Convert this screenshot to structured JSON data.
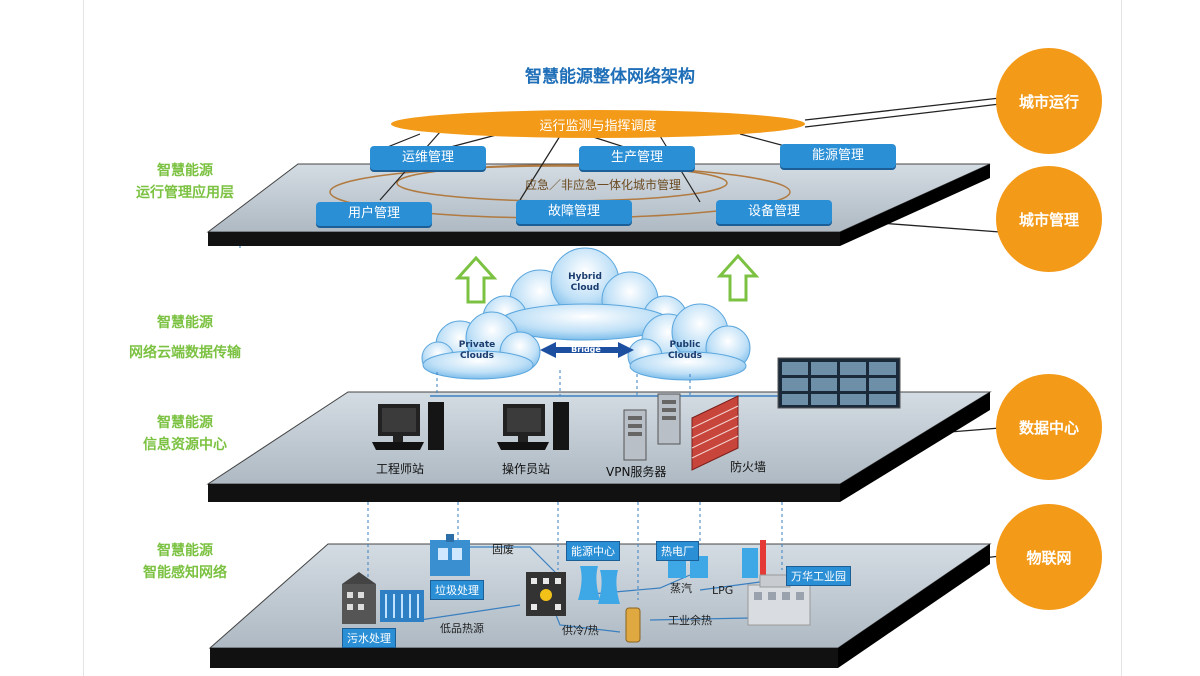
{
  "title": "智慧能源整体网络架构",
  "layers": {
    "app": [
      "智慧能源",
      "运行管理应用层"
    ],
    "transport": [
      "智慧能源",
      "网络云端数据传输"
    ],
    "info": [
      "智慧能源",
      "信息资源中心"
    ],
    "sensing": [
      "智慧能源",
      "智能感知网络"
    ]
  },
  "circles": {
    "city_ops": "城市运行",
    "city_mgmt": "城市管理",
    "data_center": "数据中心",
    "iot": "物联网"
  },
  "app_layer": {
    "ellipse_label": "运行监测与指挥调度",
    "inner_ring_label": "应急／非应急一体化城市管理",
    "buttons": {
      "ops_maint": "运维管理",
      "production": "生产管理",
      "energy": "能源管理",
      "user": "用户管理",
      "fault": "故障管理",
      "device": "设备管理"
    }
  },
  "clouds": {
    "hybrid": [
      "Hybrid",
      "Cloud"
    ],
    "private": [
      "Private",
      "Clouds"
    ],
    "public": [
      "Public",
      "Clouds"
    ],
    "bridge": "Bridge"
  },
  "info_layer": {
    "engineer": "工程师站",
    "operator": "操作员站",
    "vpn": "VPN服务器",
    "firewall": "防火墙"
  },
  "sensing_layer": {
    "solid_waste": "固废",
    "waste_treatment": "垃圾处理",
    "energy_center": "能源中心",
    "thermal_plant": "热电厂",
    "industrial_park": "万华工业园",
    "steam": "蒸汽",
    "lpg": "LPG",
    "industrial_heat": "工业余热",
    "sewage": "污水处理",
    "low_grade_heat": "低品热源",
    "cooling_heating": "供冷/热"
  },
  "colors": {
    "accent_orange": "#f39a18",
    "label_green": "#7cc242",
    "title_blue": "#1f6fb8",
    "button_blue": "#2b8fd6",
    "platform_top": "#c5cfd8",
    "platform_side": "#111111"
  }
}
